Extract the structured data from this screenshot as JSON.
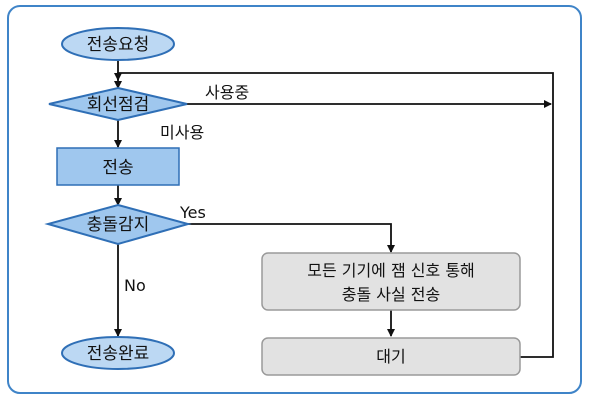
{
  "nodes": {
    "start": "전송요청",
    "check_line": "회선점검",
    "transmit": "전송",
    "detect_collision": "충돌감지",
    "notify_line1": "모든 기기에 잼 신호 통해",
    "notify_line2": "충돌 사실 전송",
    "wait": "대기",
    "end": "전송완료"
  },
  "edges": {
    "in_use": "사용중",
    "not_in_use": "미사용",
    "yes": "Yes",
    "no": "No"
  },
  "colors": {
    "frame_border": "#3f84c8",
    "ellipse_fill": "#bcd8f3",
    "ellipse_stroke": "#2f6fb6",
    "diamond_fill": "#9fc7ee",
    "rect_fill": "#9fc7ee",
    "gray_box_fill": "#e2e2e2",
    "gray_box_stroke": "#9a9a9a",
    "line": "#111111"
  }
}
